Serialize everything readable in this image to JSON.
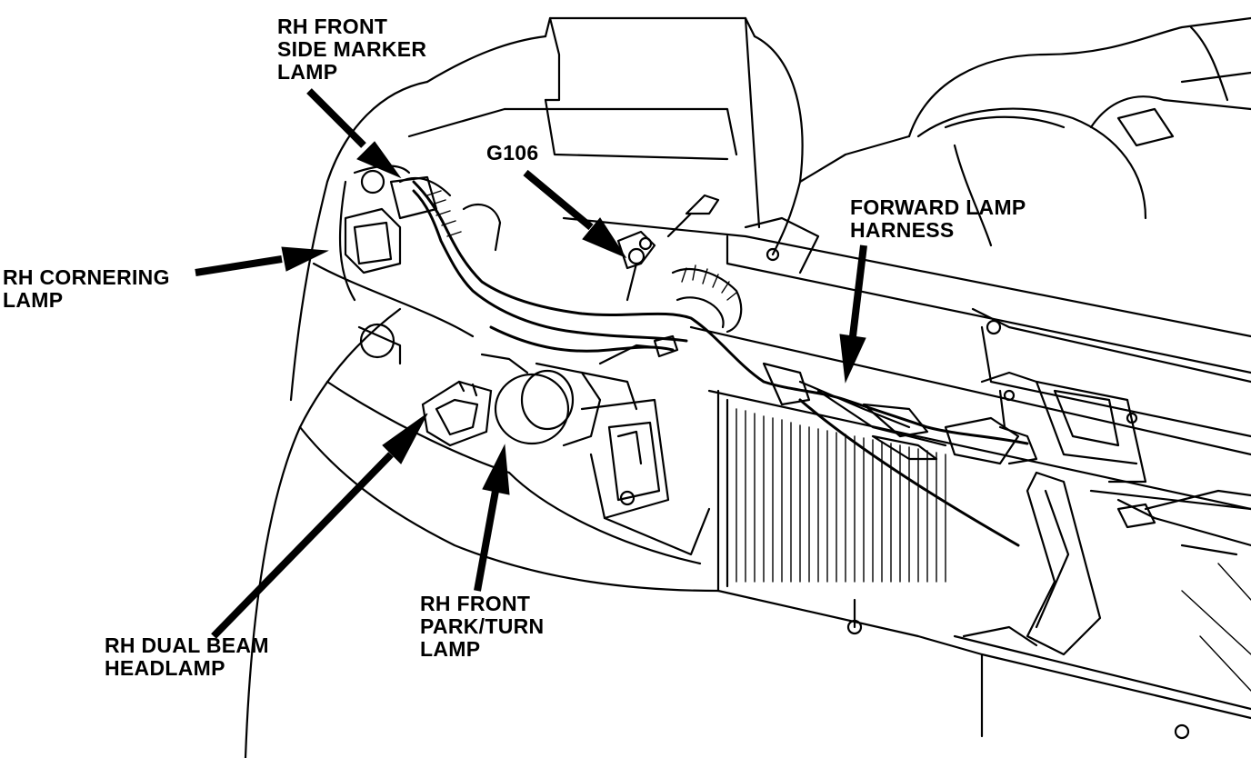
{
  "labels": {
    "side_marker": [
      "RH FRONT",
      "SIDE MARKER",
      "LAMP"
    ],
    "g106": [
      "G106"
    ],
    "forward_harness": [
      "FORWARD LAMP",
      "HARNESS"
    ],
    "cornering": [
      "RH CORNERING",
      "LAMP"
    ],
    "park_turn": [
      "RH FRONT",
      "PARK/TURN",
      "LAMP"
    ],
    "dual_beam": [
      "RH DUAL BEAM",
      "HEADLAMP"
    ]
  }
}
